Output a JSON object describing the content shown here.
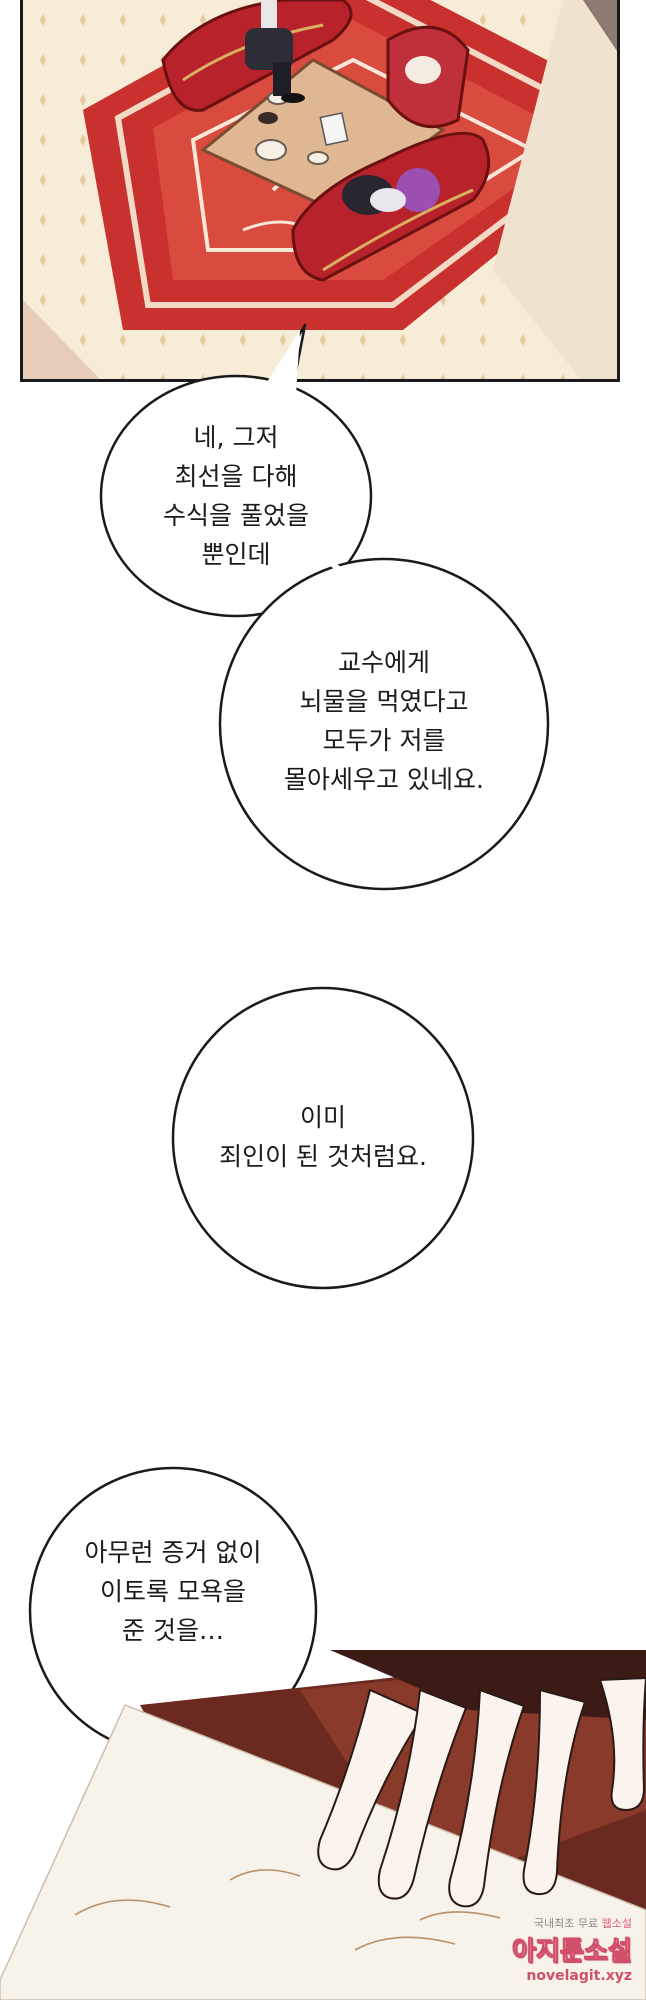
{
  "speech_bubbles": [
    {
      "id": "bubble-1",
      "text": "네, 그저\n최선을 다해\n수식을 풀었을\n뿐인데"
    },
    {
      "id": "bubble-2",
      "text": "교수에게\n뇌물을 먹였다고\n모두가 저를\n몰아세우고 있네요."
    },
    {
      "id": "bubble-3",
      "text": "이미\n죄인이 된 것처럼요."
    },
    {
      "id": "bubble-4",
      "text": "아무런 증거 없이\n이토록 모욕을\n준 것을…"
    }
  ],
  "watermark": {
    "tagline_prefix": "국내최초 무료",
    "tagline_highlight": "웹소설",
    "site_name": "아지툰소설",
    "url": "novelagit.xyz"
  },
  "colors": {
    "carpet_red": "#c8312d",
    "sofa_red": "#b8222a",
    "floor_cream": "#f6ecd8",
    "letter_paper": "#f7f2ea",
    "leather_brown": "#6b2a1f"
  }
}
